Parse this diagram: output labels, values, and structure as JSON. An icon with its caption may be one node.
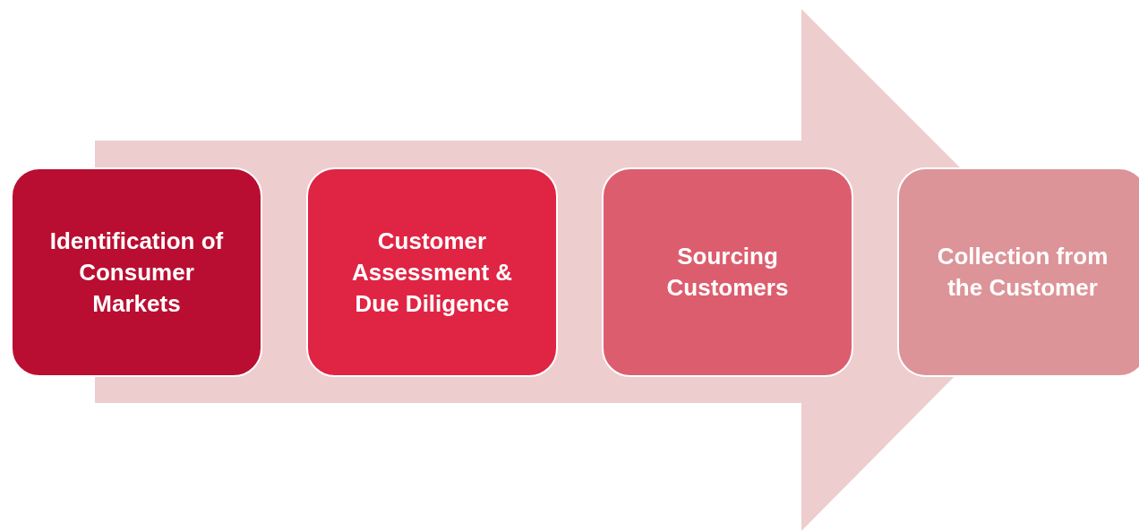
{
  "diagram": {
    "nodes": [
      {
        "text": [
          "Identification of Consumer Markets"
        ]
      },
      {
        "text": [
          "Customer Assessment & Due Diligence"
        ]
      },
      {
        "text": [
          "Sourcing Customers"
        ]
      },
      {
        "text": [
          "Collection from the Customer"
        ]
      }
    ],
    "edges": [
      {
        "from": 0,
        "to": 3,
        "arrow": "to"
      }
    ]
  }
}
